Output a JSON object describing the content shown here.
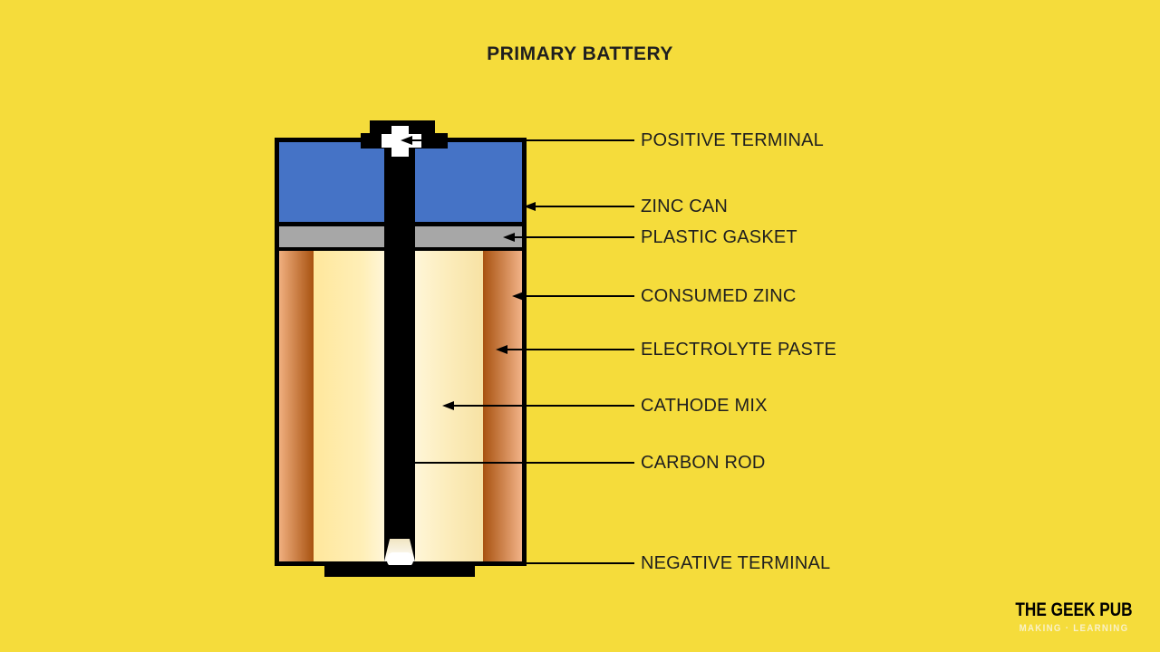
{
  "title": "PRIMARY BATTERY",
  "labels": [
    {
      "text": "POSITIVE TERMINAL"
    },
    {
      "text": "ZINC CAN"
    },
    {
      "text": "PLASTIC GASKET"
    },
    {
      "text": "CONSUMED ZINC"
    },
    {
      "text": "ELECTROLYTE PASTE"
    },
    {
      "text": "CATHODE MIX"
    },
    {
      "text": "CARBON ROD"
    },
    {
      "text": "NEGATIVE TERMINAL"
    }
  ],
  "logo": {
    "name": "THE GEEK PUB",
    "tagline": "MAKING · LEARNING"
  },
  "colors": {
    "bg": "#F5DC3B",
    "blue": "#4573C6",
    "gray": "#A7A7A7",
    "orange_dark": "#A85210",
    "orange_light": "#F0AF7F",
    "orange_light2": "#F2B388",
    "cream_deep": "#FFE79C",
    "cream_light": "#FFF6D8",
    "ink": "#000000",
    "label": "#1F1F1F",
    "tagline": "#F9F1C8"
  }
}
